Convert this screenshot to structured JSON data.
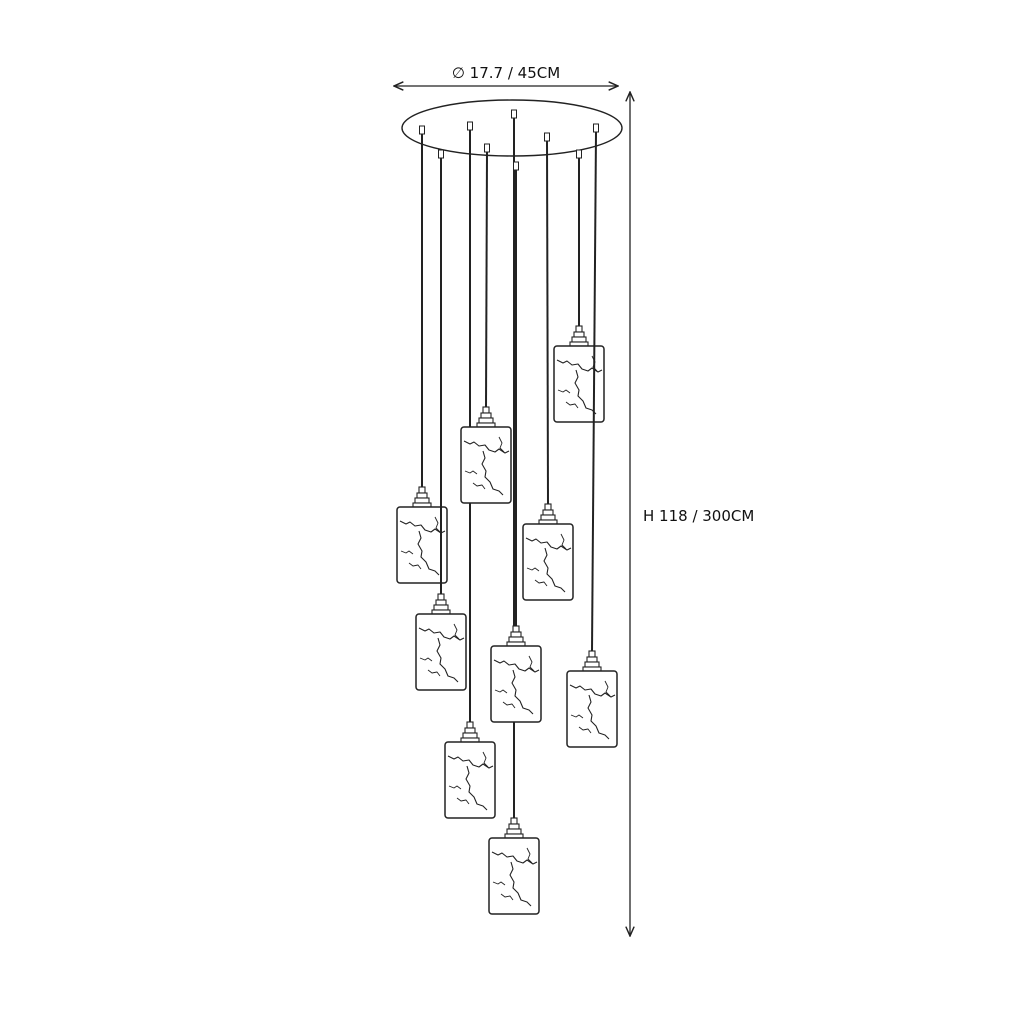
{
  "dimensions": {
    "diameter_label": "∅ 17.7 / 45CM",
    "height_label": "H 118 / 300CM"
  },
  "colors": {
    "line": "#222222",
    "fill": "#ffffff"
  },
  "pendants": {
    "count": 9
  }
}
